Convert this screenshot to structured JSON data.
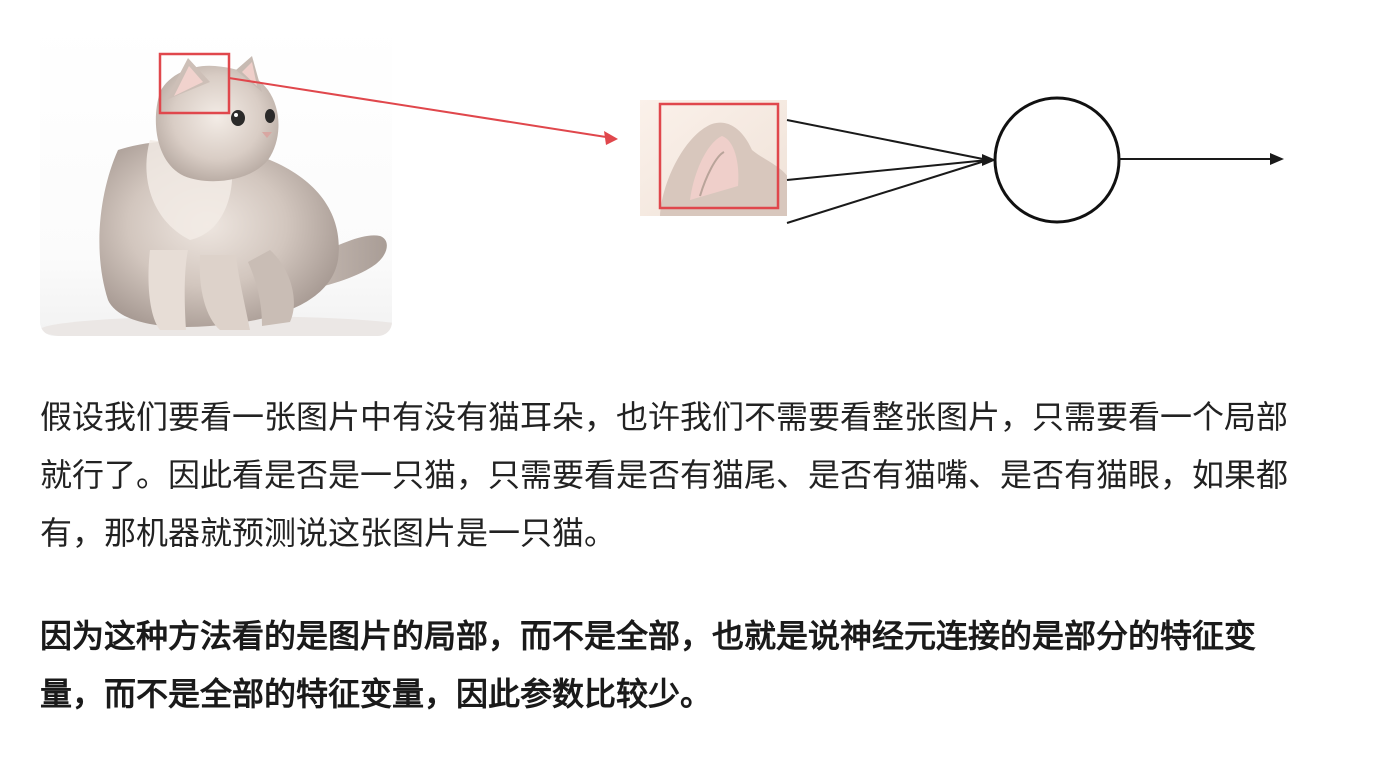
{
  "article": {
    "paragraph_1": "假设我们要看一张图片中有没有猫耳朵，也许我们不需要看整张图片，只需要看一个局部就行了。因此看是否是一只猫，只需要看是否有猫尾、是否有猫嘴、是否有猫眼，如果都有，那机器就预测说这张图片是一只猫。",
    "paragraph_2": "因为这种方法看的是图片的局部，而不是全部，也就是说神经元连接的是部分的特征变量，而不是全部的特征变量，因此参数比较少。"
  },
  "figure": {
    "highlight_color": "#e0474c",
    "line_color": "#1a1a1a",
    "input_lines": 3
  }
}
